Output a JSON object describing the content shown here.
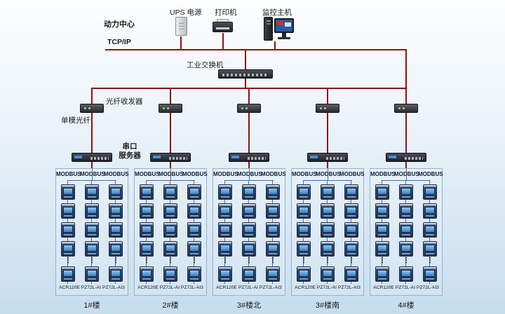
{
  "title_area": {
    "power_center": "动力中心",
    "ups_label": "UPS 电源",
    "printer_label": "打印机",
    "host_label": "监控主机",
    "tcpip_label": "TCP/IP",
    "switch_label": "工业交换机"
  },
  "side_labels": {
    "fiber_transceiver": "光纤收发器",
    "single_mode_fiber": "单模光纤",
    "serial_server_1": "串口",
    "serial_server_2": "服务器"
  },
  "group_common": {
    "modbus_label": "MODBUS",
    "dots": "⋮"
  },
  "groups": [
    {
      "name": "1#楼",
      "model": "ACR120E PZ72L-AI PZ72L-AI3"
    },
    {
      "name": "2#楼",
      "model": "ACR120E PZ72L-AI PZ72L-AI3"
    },
    {
      "name": "3#楼北",
      "model": "ACR120E PZ72L-AI PZ72L-AI3"
    },
    {
      "name": "3#楼南",
      "model": "ACR120E PZ72L-AI PZ72L-AI3"
    },
    {
      "name": "4#楼",
      "model": "ACR120E PZ72L-AI PZ72L-AI3"
    }
  ],
  "colors": {
    "bus_red": "#8b1414",
    "bus_blue": "#3e74b0",
    "background_bottom": "#c6ddee"
  }
}
